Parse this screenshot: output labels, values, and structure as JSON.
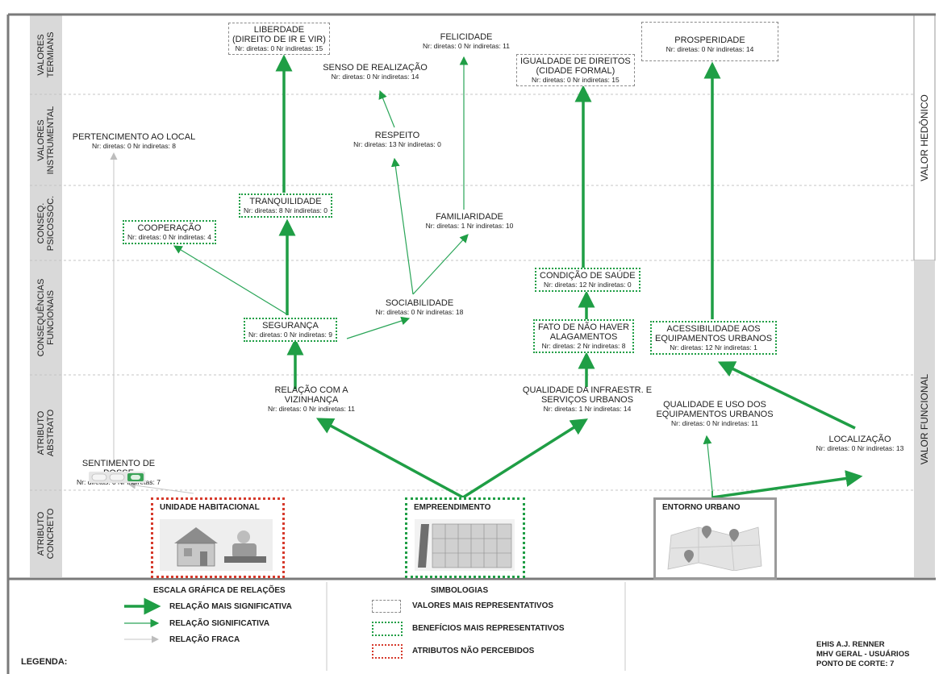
{
  "row_labels": [
    {
      "id": "terminal",
      "text": "VALORES\nTERMIANS"
    },
    {
      "id": "instrumental",
      "text": "VALORES\nINSTRUMENTAL"
    },
    {
      "id": "psicossoc",
      "text": "CONSEQ.\nPSICOSSOC."
    },
    {
      "id": "funcionais",
      "text": "CONSEQUÊNCIAS\nFUNCIONAIS"
    },
    {
      "id": "abstrato",
      "text": "ATRIBUTO\nABSTRATO"
    },
    {
      "id": "concreto",
      "text": "ATRIBUTO\nCONCRETO"
    }
  ],
  "side_labels": {
    "hedonico": "VALOR HEDÔNICO",
    "funcional": "VALOR FUNCIONAL"
  },
  "nodes": {
    "liberdade": {
      "title": "LIBERDADE\n(DIREITO DE IR E VIR)",
      "stats": "Nr: diretas: 0 Nr indiretas: 15"
    },
    "felicidade": {
      "title": "FELICIDADE",
      "stats": "Nr: diretas: 0 Nr indiretas: 11"
    },
    "realizacao": {
      "title": "SENSO DE REALIZAÇÃO",
      "stats": "Nr: diretas: 0  Nr indiretas: 14"
    },
    "igualdade": {
      "title": "IGUALDADE DE DIREITOS\n(CIDADE FORMAL)",
      "stats": "Nr: diretas: 0 Nr indiretas: 15"
    },
    "prosperidade": {
      "title": "PROSPERIDADE",
      "stats": "Nr: diretas: 0  Nr indiretas: 14"
    },
    "pertencimento": {
      "title": "PERTENCIMENTO AO LOCAL",
      "stats": "Nr: diretas: 0 Nr indiretas: 8"
    },
    "respeito": {
      "title": "RESPEITO",
      "stats": "Nr: diretas: 13  Nr indiretas: 0"
    },
    "tranquilidade": {
      "title": "TRANQUILIDADE",
      "stats": "Nr: diretas: 8 Nr indiretas: 0"
    },
    "cooperacao": {
      "title": "COOPERAÇÃO",
      "stats": "Nr: diretas: 0  Nr indiretas: 4"
    },
    "familiaridade": {
      "title": "FAMILIARIDADE",
      "stats": "Nr: diretas: 1  Nr indiretas: 10"
    },
    "saude": {
      "title": "CONDIÇÃO DE SAÚDE",
      "stats": "Nr: diretas: 12 Nr indiretas: 0"
    },
    "sociabilidade": {
      "title": "SOCIABILIDADE",
      "stats": "Nr: diretas: 0  Nr indiretas: 18"
    },
    "seguranca": {
      "title": "SEGURANÇA",
      "stats": "Nr: diretas: 0   Nr indiretas: 9"
    },
    "alagamentos": {
      "title": "FATO DE NÃO HAVER\nALAGAMENTOS",
      "stats": "Nr: diretas: 2 Nr indiretas: 8"
    },
    "acessibilidade": {
      "title": "ACESSIBILIDADE AOS\nEQUIPAMENTOS URBANOS",
      "stats": "Nr: diretas: 12 Nr indiretas: 1"
    },
    "vizinhanca": {
      "title": "RELAÇÃO COM A\nVIZINHANÇA",
      "stats": "Nr: diretas: 0 Nr indiretas: 11"
    },
    "infraestrutura": {
      "title": "QUALIDADE DA INFRAESTR. E\nSERVIÇOS URBANOS",
      "stats": "Nr: diretas: 1  Nr indiretas: 14"
    },
    "equipamentos": {
      "title": "QUALIDADE E USO DOS\nEQUIPAMENTOS URBANOS",
      "stats": "Nr: diretas: 0 Nr indiretas: 11"
    },
    "localizacao": {
      "title": "LOCALIZAÇÃO",
      "stats": "Nr: diretas: 0  Nr indiretas: 13"
    },
    "posse": {
      "title": "SENTIMENTO DE\nPOSSE",
      "stats": "Nr: diretas: 0  Nr indiretas: 7"
    }
  },
  "concrete": {
    "unidade": "UNIDADE HABITACIONAL",
    "empreendimento": "EMPREENDIMENTO",
    "entorno": "ENTORNO URBANO"
  },
  "legend": {
    "title": "LEGENDA:",
    "scale_heading": "ESCALA  GRÁFICA DE RELAÇÕES",
    "strong": "RELAÇÃO MAIS SIGNIFICATIVA",
    "medium": "RELAÇÃO SIGNIFICATIVA",
    "weak": "RELAÇÃO FRACA",
    "symbols_heading": "SIMBOLOGIAS",
    "gray": "VALORES MAIS REPRESENTATIVOS",
    "green": "BENEFÍCIOS MAIS REPRESENTATIVOS",
    "red": "ATRIBUTOS NÃO PERCEBIDOS",
    "credit1": "EHIS A.J. RENNER",
    "credit2": "MHV GERAL - USUÁRIOS",
    "credit3": "PONTO DE CORTE:  7"
  },
  "colors": {
    "strong": "#1f9e45",
    "grid": "#9a9a9a",
    "red": "#d63a2c",
    "green": "#1f9e45",
    "gray": "#8a8a8a"
  }
}
